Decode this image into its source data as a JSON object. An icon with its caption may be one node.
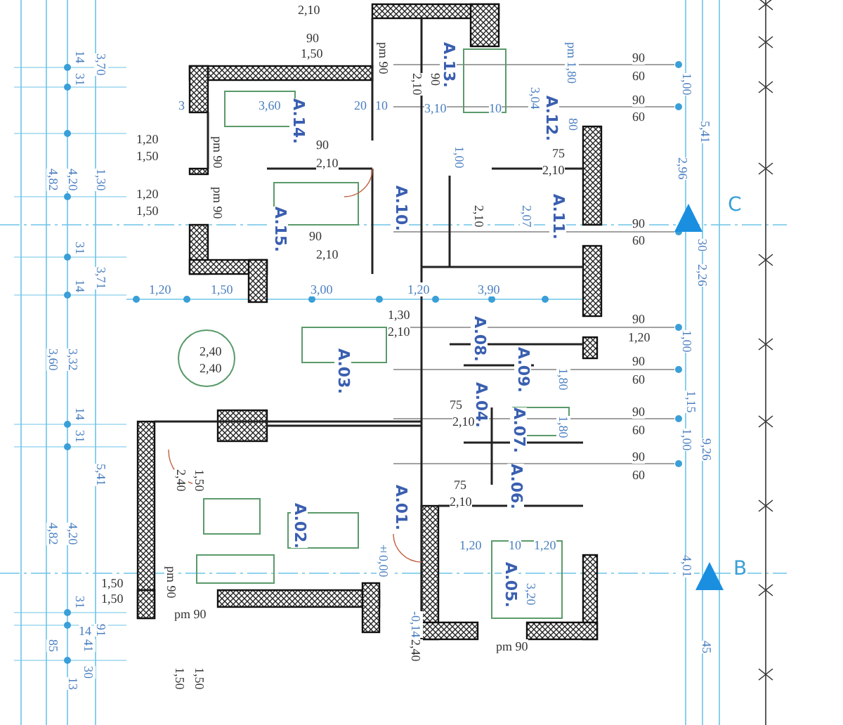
{
  "diagram": {
    "labels": [
      "2,10",
      "90",
      "1,50",
      "pm 90",
      "2,10",
      "A.13.",
      "90",
      "3,10",
      "10",
      "pm 1,80",
      "3,04",
      "A.12.",
      "80",
      "90",
      "60",
      "90",
      "60",
      "1,00",
      "5,41",
      "2,96",
      "14",
      "3,70",
      "31",
      "4,82",
      "4,20",
      "1,30",
      "1,20",
      "1,50",
      "1,20",
      "1,50",
      "3",
      "3,60",
      "A.14.",
      "20",
      "10",
      "pm 90",
      "90",
      "2,10",
      "pm 90",
      "A.15.",
      "90",
      "2,10",
      "A.10.",
      "75",
      "2,10",
      "1,00",
      "2,10",
      "2,07",
      "A.11.",
      "90",
      "60",
      "C",
      "30",
      "2,26",
      "31",
      "3,71",
      "14",
      "1,20",
      "1,50",
      "3,00",
      "1,20",
      "3,90",
      "1,30",
      "2,10",
      "3,60",
      "3,32",
      "2,40",
      "2,40",
      "A.03.",
      "14",
      "31",
      "5,41",
      "2,40",
      "1,50",
      "90",
      "1,20",
      "A.08.",
      "1,00",
      "A.09.",
      "90",
      "60",
      "1,80",
      "1,15",
      "A.04.",
      "75",
      "2,10",
      "A.07.",
      "90",
      "60",
      "1,80",
      "1,00",
      "9,26",
      "90",
      "60",
      "A.06.",
      "75",
      "2,10",
      "4,82",
      "4,20",
      "A.02.",
      "A.01.",
      "±0,00",
      "1,50",
      "1,50",
      "pm 90",
      "31",
      "pm 90",
      "14",
      "91",
      "85",
      "41",
      "30",
      "13",
      "1,50",
      "1,50",
      "-0,14",
      "2,40",
      "1,20",
      "10",
      "1,20",
      "A.05.",
      "3,20",
      "pm 90",
      "4,01",
      "B",
      "45"
    ]
  }
}
